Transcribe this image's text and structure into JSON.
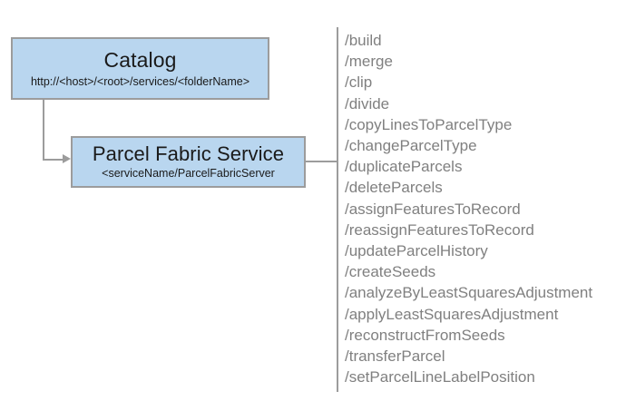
{
  "diagram": {
    "type": "service-architecture",
    "nodes": [
      {
        "id": "catalog",
        "title": "Catalog",
        "subtitle": "http://<host>/<root>/services/<folderName>"
      },
      {
        "id": "parcel-fabric-service",
        "title": "Parcel Fabric Service",
        "subtitle": "<serviceName/ParcelFabricServer"
      }
    ],
    "operations": [
      "/build",
      "/merge",
      "/clip",
      "/divide",
      "/copyLinesToParcelType",
      "/changeParcelType",
      "/duplicateParcels",
      "/deleteParcels",
      "/assignFeaturesToRecord",
      "/reassignFeaturesToRecord",
      "/updateParcelHistory",
      "/createSeeds",
      "/analyzeByLeastSquaresAdjustment",
      "/applyLeastSquaresAdjustment",
      "/reconstructFromSeeds",
      "/transferParcel",
      "/setParcelLineLabelPosition"
    ],
    "colors": {
      "node_fill": "#b9d6ef",
      "node_border": "#9c9c9c",
      "connector": "#9c9c9c",
      "operation_text": "#808080",
      "node_text": "#1a1a1a",
      "background": "#ffffff"
    }
  }
}
